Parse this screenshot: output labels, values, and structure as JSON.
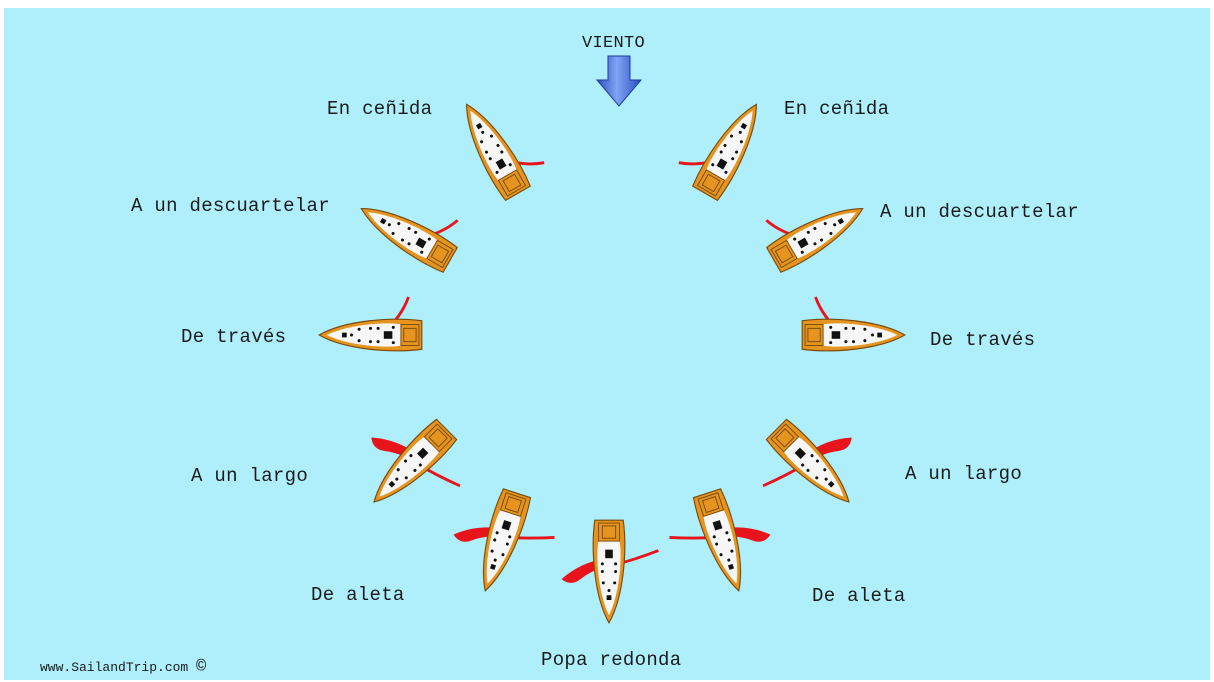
{
  "wind": {
    "label": "VIENTO"
  },
  "points_of_sail": {
    "close_hauled": "En ceñida",
    "close_reach": "A un descuartelar",
    "beam_reach": "De través",
    "broad_reach": "A un largo",
    "quartering": "De aleta",
    "running": "Popa redonda"
  },
  "credit": {
    "text": "www.SailandTrip.com",
    "symbol": "©"
  },
  "colors": {
    "water": "#aeeffb",
    "hull": "#e5951f",
    "deck": "#f7f7f7",
    "sail": "#e8141b",
    "arrow": "#3f6fe0"
  }
}
